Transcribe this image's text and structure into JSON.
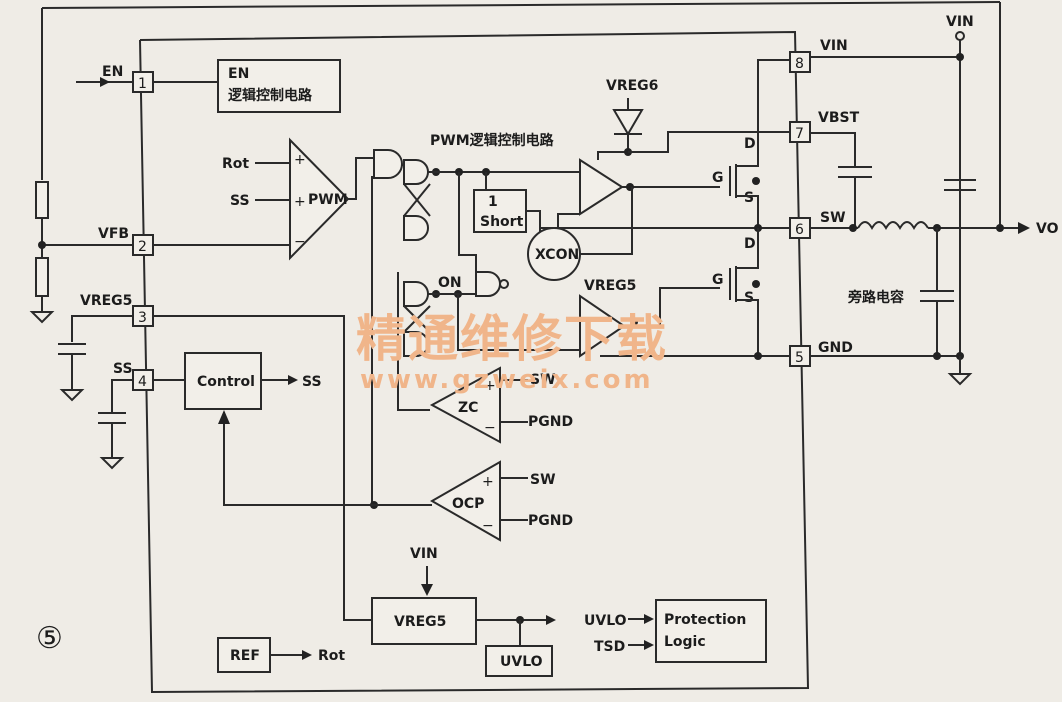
{
  "figure_number": "⑤",
  "pins": [
    "1",
    "2",
    "3",
    "4",
    "5",
    "6",
    "7",
    "8"
  ],
  "pin_labels": {
    "en": "EN",
    "vfb": "VFB",
    "vreg5": "VREG5",
    "ss": "SS",
    "vin": "VIN",
    "vbst": "VBST",
    "sw": "SW",
    "gnd": "GND"
  },
  "blocks": {
    "en_logic_line1": "EN",
    "en_logic_line2": "逻辑控制电路",
    "pwm_logic": "PWM逻辑控制电路",
    "pwm": "PWM",
    "short_num": "1",
    "short": "Short",
    "xcon": "XCON",
    "control": "Control",
    "zc": "ZC",
    "ocp": "OCP",
    "vreg5_block": "VREG5",
    "uvlo_block": "UVLO",
    "protection_line1": "Protection",
    "protection_line2": "Logic",
    "ref": "REF"
  },
  "signals": {
    "rot": "Rot",
    "ss": "SS",
    "vreg6": "VREG6",
    "vreg5": "VREG5",
    "on": "ON",
    "sw": "SW",
    "pgnd": "PGND",
    "vin": "VIN",
    "uvlo": "UVLO",
    "tsd": "TSD",
    "vo": "VO",
    "d": "D",
    "g": "G",
    "s": "S",
    "bypass_cap": "旁路电容",
    "plus": "+",
    "minus": "−"
  },
  "watermark": {
    "line1": "精通维修下载",
    "line2": "www.gzweix.com"
  }
}
